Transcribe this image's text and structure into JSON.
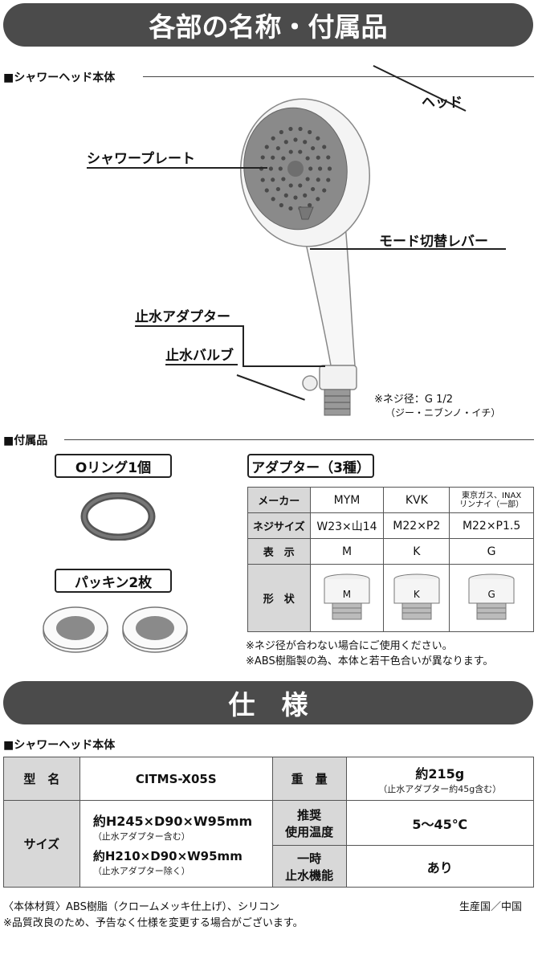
{
  "banner1": "各部の名称・付属品",
  "section_head": "■シャワーヘッド本体",
  "callouts": {
    "head": "ヘッド",
    "plate": "シャワープレート",
    "lever": "モード切替レバー",
    "adapter": "止水アダプター",
    "valve": "止水バルブ"
  },
  "thread_note": "※ネジ径：G 1/2",
  "thread_sub": "（ジー・ニブンノ・イチ）",
  "section_acc": "■付属品",
  "oring_label": "Oリング1個",
  "packing_label": "パッキン2枚",
  "adapter_label": "アダプター（3種）",
  "adapter_table": {
    "headers": [
      "メーカー",
      "ネジサイズ",
      "表　示",
      "形　状"
    ],
    "makers": [
      "MYM",
      "KVK",
      "東京ガス、INAX",
      "リンナイ（一部）"
    ],
    "sizes": [
      "W23×山14",
      "M22×P2",
      "M22×P1.5"
    ],
    "marks": [
      "M",
      "K",
      "G"
    ]
  },
  "notes": [
    "※ネジ径が合わない場合にご使用ください。",
    "※ABS樹脂製の為、本体と若干色合いが異なります。"
  ],
  "banner2": "仕　様",
  "section_spec": "■シャワーヘッド本体",
  "spec": {
    "model_label": "型　名",
    "model_value": "CITMS-X05S",
    "weight_label": "重　量",
    "weight_value": "約215g",
    "weight_sub": "（止水アダプター約45g含む）",
    "size_label": "サイズ",
    "size1": "約H245×D90×W95mm",
    "size1_sub": "（止水アダプター含む）",
    "size2": "約H210×D90×W95mm",
    "size2_sub": "（止水アダプター除く）",
    "temp_label1": "推奨",
    "temp_label2": "使用温度",
    "temp_value": "5～45℃",
    "stop_label1": "一時",
    "stop_label2": "止水機能",
    "stop_value": "あり"
  },
  "footer_material": "〈本体材質〉ABS樹脂（クロームメッキ仕上げ）、シリコン",
  "footer_origin": "生産国／中国",
  "footer_note": "※品質改良のため、予告なく仕様を変更する場合がございます。"
}
